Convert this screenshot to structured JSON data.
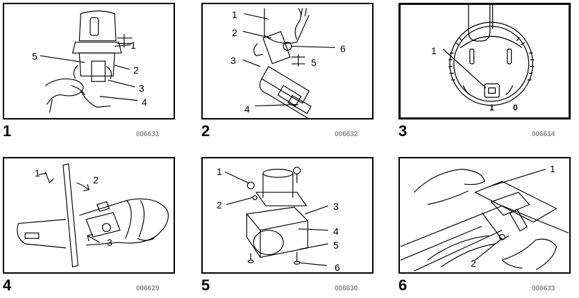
{
  "figures": [
    {
      "number": "1",
      "code": "006631",
      "callouts": [
        "1",
        "5",
        "2",
        "3",
        "4"
      ]
    },
    {
      "number": "2",
      "code": "006632",
      "callouts": [
        "1",
        "2",
        "6",
        "3",
        "5",
        "4"
      ]
    },
    {
      "number": "3",
      "code": "006614",
      "callouts": [
        "1"
      ],
      "switch_labels": [
        "1",
        "0"
      ]
    },
    {
      "number": "4",
      "code": "006629",
      "callouts": [
        "1",
        "2",
        "3"
      ]
    },
    {
      "number": "5",
      "code": "006630",
      "callouts": [
        "1",
        "2",
        "3",
        "4",
        "5",
        "6"
      ]
    },
    {
      "number": "6",
      "code": "006633",
      "callouts": [
        "1",
        "2"
      ]
    }
  ],
  "colors": {
    "frame": "#000000",
    "code_text": "#8a8a8a",
    "background": "#ffffff"
  }
}
